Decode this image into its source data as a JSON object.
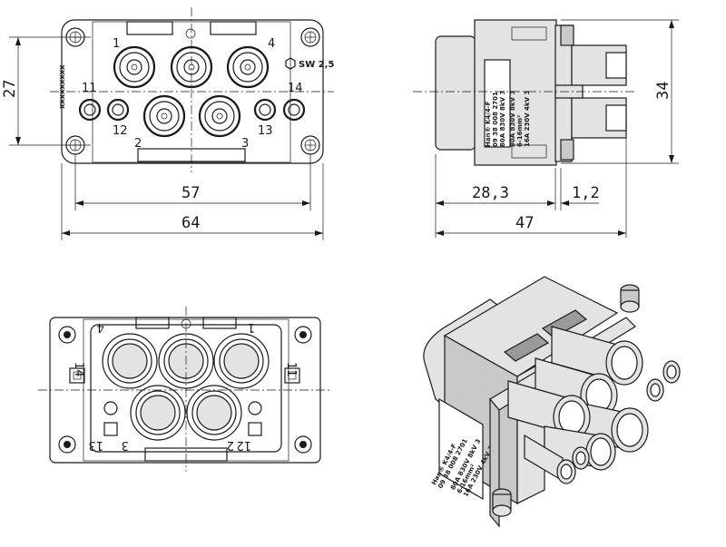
{
  "dimensions": {
    "width_small": "57",
    "width_total": "64",
    "height_left": "27",
    "side_length": "28,3",
    "side_offset": "1,2",
    "side_total": "47",
    "side_height": "34"
  },
  "front": {
    "contact_1": "1",
    "contact_2": "2",
    "contact_3": "3",
    "contact_4": "4",
    "contact_11": "11",
    "contact_12": "12",
    "contact_13": "13",
    "contact_14": "14",
    "wrench": "SW 2,5"
  },
  "rear": {
    "contact_1": "1",
    "contact_2": "2",
    "contact_3": "3",
    "contact_4": "4",
    "contact_11": "11",
    "contact_12": "12",
    "contact_13": "13",
    "contact_14": "14"
  },
  "label": {
    "line1": "Han® K4/4-F",
    "line2": "09 38 008 2701",
    "line3": "80A 830V 8kV 3",
    "line4": "6-16mm²",
    "line5": "16A 230V 4kV 3"
  }
}
